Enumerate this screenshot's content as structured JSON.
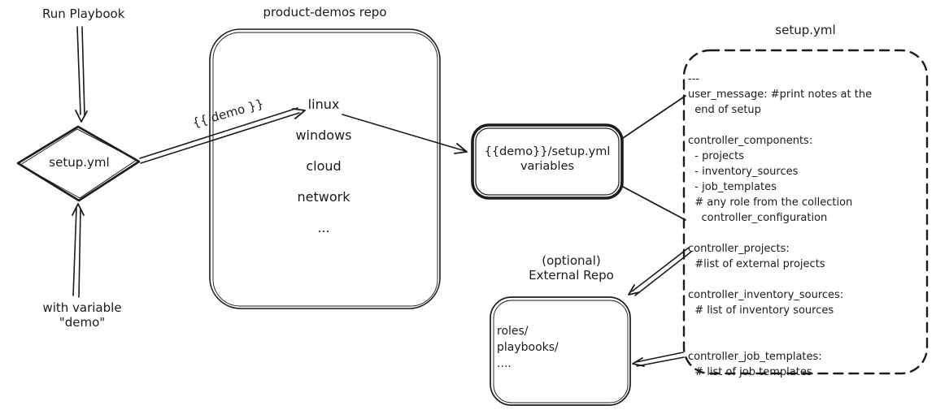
{
  "colors": {
    "ink": "#1b1b1b",
    "background": "#ffffff"
  },
  "left_flow": {
    "run_playbook_label": "Run Playbook",
    "diamond_label": "setup.yml",
    "with_variable_line1": "with variable",
    "with_variable_line2": "\"demo\""
  },
  "repo_box": {
    "title": "product-demos repo",
    "arrow_label": "{{ demo }}",
    "items": [
      "linux",
      "windows",
      "cloud",
      "network",
      "..."
    ]
  },
  "variables_box": {
    "line1": "{{demo}}/setup.yml",
    "line2": "variables"
  },
  "setup_yml_box": {
    "title": "setup.yml",
    "content": "---\nuser_message: #print notes at the\n  end of setup\n\ncontroller_components:\n  - projects\n  - inventory_sources\n  - job_templates\n  # any role from the collection\n    controller_configuration\n\ncontroller_projects:\n  #list of external projects\n\ncontroller_inventory_sources:\n  # list of inventory sources\n\n\ncontroller_job_templates:\n  # list of job templates"
  },
  "external_repo_box": {
    "label_line1": "(optional)",
    "label_line2": "External Repo",
    "content": "roles/\nplaybooks/\n...."
  }
}
